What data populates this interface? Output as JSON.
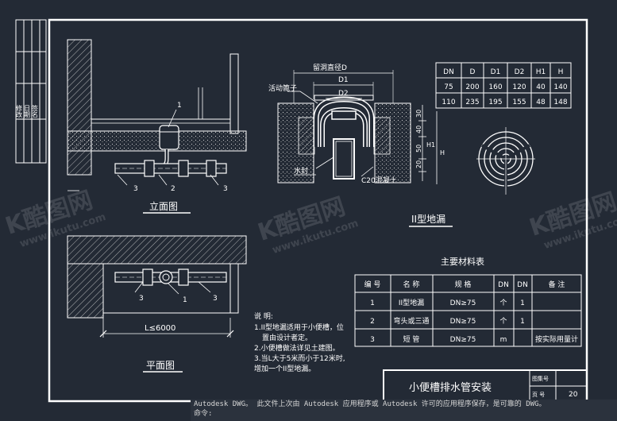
{
  "drawing": {
    "title": "小便槽排水管安装",
    "title_block": {
      "atlas_label": "图集号",
      "page_label": "页  号",
      "page_value": "20"
    },
    "revision_strip": [
      "修改",
      "日期",
      "签名"
    ],
    "elevation": {
      "label": "立面图",
      "callouts": [
        "1",
        "3",
        "2",
        "3"
      ]
    },
    "plan": {
      "label": "平面图",
      "length_label": "L≤6000",
      "callouts": [
        "3",
        "1",
        "3"
      ]
    },
    "drain": {
      "label": "II型地漏",
      "hole_diameter": "留洞直径D",
      "d1": "D1",
      "d2": "D2",
      "movable_ring": "活动篦子",
      "water_seal": "水封",
      "concrete": "C20混凝土",
      "dims": [
        "30",
        "40",
        "50",
        "20",
        "H1",
        "H"
      ]
    },
    "spec_table": {
      "headers": [
        "DN",
        "D",
        "D1",
        "D2",
        "H1",
        "H"
      ],
      "rows": [
        [
          "75",
          "200",
          "160",
          "120",
          "40",
          "140"
        ],
        [
          "110",
          "235",
          "195",
          "155",
          "48",
          "148"
        ]
      ]
    },
    "materials": {
      "title": "主要材料表",
      "headers": [
        "编  号",
        "名  称",
        "规  格",
        "DN",
        "DN",
        "备  注"
      ],
      "rows": [
        [
          "1",
          "II型地漏",
          "DN≥75",
          "个",
          "1",
          ""
        ],
        [
          "2",
          "弯头或三通",
          "DN≥75",
          "个",
          "1",
          ""
        ],
        [
          "3",
          "短  管",
          "DN≥75",
          "m",
          "",
          "按实际用量计"
        ]
      ]
    },
    "notes": {
      "heading": "说  明:",
      "lines": [
        "1.II型地漏适用于小便槽，位",
        "置由设计者定。",
        "2.小便槽做法详见土建图。",
        "3.当L大于5米而小于12米时,",
        "增加一个II型地漏。"
      ]
    }
  },
  "command_line": {
    "message": "Autodesk DWG。  此文件上次由 Autodesk 应用程序或 Autodesk 许可的应用程序保存，是可靠的 DWG。",
    "prompt": "命令:"
  },
  "watermark": {
    "brand": "K酷图网",
    "url": "www.ikutu.com"
  },
  "colors": {
    "background": "#232a35",
    "line": "#ffffff",
    "hatch": "#d8d8d8"
  }
}
